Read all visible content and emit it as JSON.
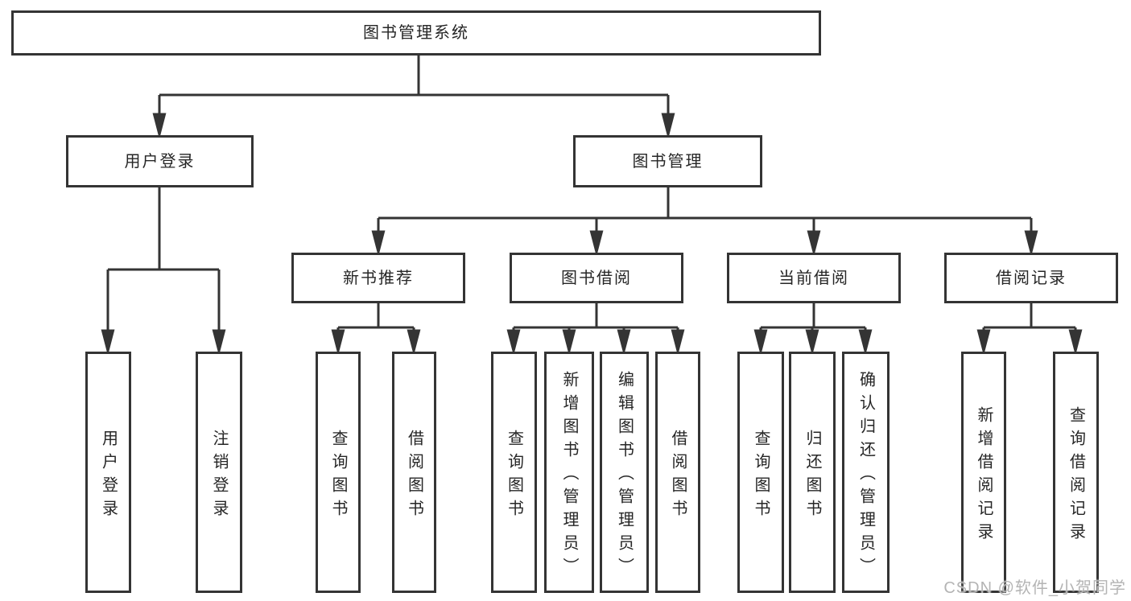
{
  "title": "图书管理系统",
  "watermark": "CSDN @软件_小贺同学",
  "colors": {
    "line": "#343434",
    "box_border": "#343434",
    "box_fill": "#ffffff",
    "text": "#262626",
    "watermark": "#b4b4b4"
  },
  "tree": {
    "root": {
      "label": "图书管理系统",
      "children": [
        {
          "label": "用户登录",
          "children": [
            {
              "label": "用户登录"
            },
            {
              "label": "注销登录"
            }
          ]
        },
        {
          "label": "图书管理",
          "children": [
            {
              "label": "新书推荐",
              "children": [
                {
                  "label": "查询图书"
                },
                {
                  "label": "借阅图书"
                }
              ]
            },
            {
              "label": "图书借阅",
              "children": [
                {
                  "label": "查询图书"
                },
                {
                  "label": "新增图书（管理员）"
                },
                {
                  "label": "编辑图书（管理员）"
                },
                {
                  "label": "借阅图书"
                }
              ]
            },
            {
              "label": "当前借阅",
              "children": [
                {
                  "label": "查询图书"
                },
                {
                  "label": "归还图书"
                },
                {
                  "label": "确认归还（管理员）"
                }
              ]
            },
            {
              "label": "借阅记录",
              "children": [
                {
                  "label": "新增借阅记录"
                },
                {
                  "label": "查询借阅记录"
                }
              ]
            }
          ]
        }
      ]
    }
  }
}
